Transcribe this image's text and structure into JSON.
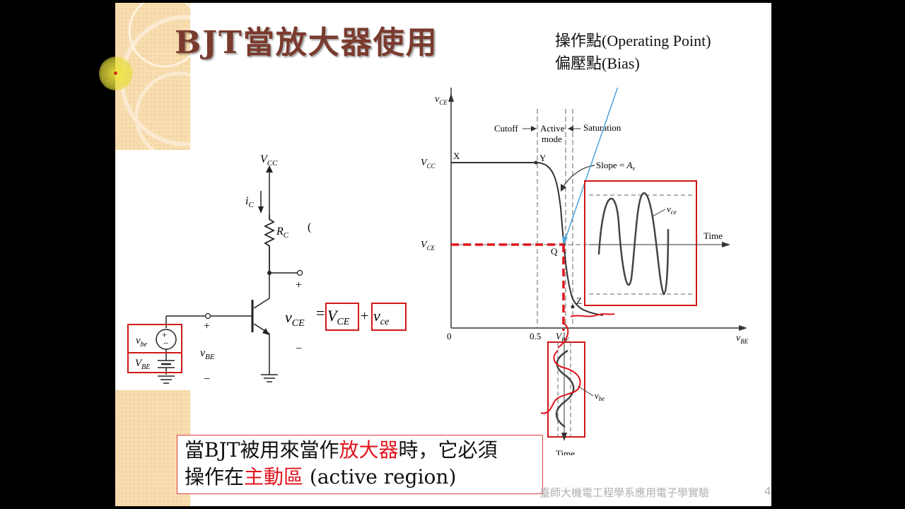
{
  "title": "BJT當放大器使用",
  "op_point": {
    "line1": "操作點(Operating Point)",
    "line2": "偏壓點(Bias)"
  },
  "circuit": {
    "vcc": "V",
    "vcc_sub": "CC",
    "ic": "i",
    "ic_sub": "C",
    "rc": "R",
    "rc_sub": "C",
    "plus_top": "+",
    "plus_left": "+",
    "minus_bottom": "−",
    "minus_left": "−",
    "vbe_ac": "v",
    "vbe_ac_sub": "be",
    "vbe_dc": "V",
    "vbe_dc_sub": "BE",
    "vbe_label": "v",
    "vbe_label_sub": "BE",
    "paren": "("
  },
  "equation": {
    "lhs": "v",
    "lhs_sub": "CE",
    "eq": "=",
    "term1": "V",
    "term1_sub": "CE",
    "plus": "+",
    "term2": "v",
    "term2_sub": "ce"
  },
  "graph": {
    "y_axis": "v",
    "y_axis_sub": "CE",
    "x_axis": "v",
    "x_axis_sub": "BE",
    "cutoff": "Cutoff",
    "active": "Active",
    "mode": "mode",
    "saturation": "Saturation",
    "X": "X",
    "Y": "Y",
    "Q": "Q",
    "Z": "Z",
    "vcc": "V",
    "vcc_sub": "CC",
    "vce": "V",
    "vce_sub": "CE",
    "origin": "0",
    "half": "0.5",
    "vbe_tick": "V",
    "vbe_tick_sub": "BE",
    "slope": "Slope = ",
    "slope_sym": "A",
    "slope_sub": "v",
    "time_right": "Time",
    "time_bottom": "Time",
    "vce_wave": "v",
    "vce_wave_sub": "ce",
    "vbe_wave": "v",
    "vbe_wave_sub": "be"
  },
  "note": {
    "line1_a": "當BJT被用來當作",
    "line1_red": "放大器",
    "line1_b": "時，它必須",
    "line2_a": "操作在",
    "line2_red": "主動區",
    "line2_b": " (active region)"
  },
  "footer": "臺師大機電工程學系應用電子學實驗",
  "page_number": "4",
  "colors": {
    "title": "#7a3b2e",
    "highlight": "#e0141e",
    "deco": "#f5d9a8"
  }
}
